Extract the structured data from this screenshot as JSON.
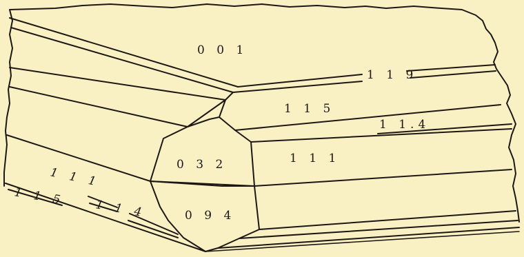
{
  "figure": {
    "background": "#f9f0c4",
    "line_color": "#1c1712",
    "labels": {
      "face_001": "0 0 1",
      "face_119": "1 1 9",
      "face_115_right": "1 1 5",
      "face_114_right": "1 1.4",
      "face_032": "0 3 2",
      "face_111_right": "1 1 1",
      "face_111_left": "1 1 1",
      "face_094": "0 9 4",
      "face_115_left": "1 1 5",
      "face_114_left": "1 1 4"
    }
  }
}
